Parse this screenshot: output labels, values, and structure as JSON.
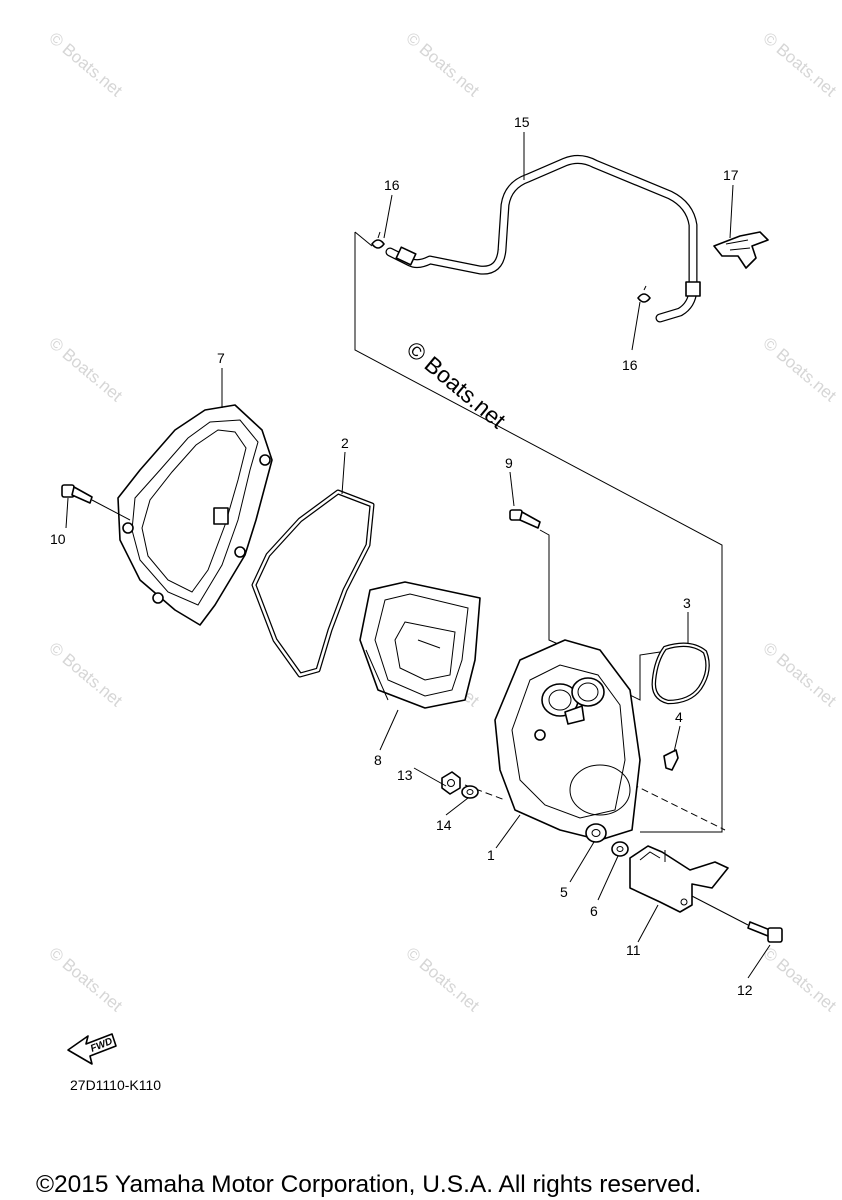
{
  "watermark": {
    "small": "© Boats.net",
    "large": "© Boats.net"
  },
  "callouts": {
    "p1": "1",
    "p2": "2",
    "p3": "3",
    "p4": "4",
    "p5": "5",
    "p6": "6",
    "p7": "7",
    "p8": "8",
    "p9": "9",
    "p10": "10",
    "p11": "11",
    "p12": "12",
    "p13": "13",
    "p14": "14",
    "p15": "15",
    "p16a": "16",
    "p16b": "16",
    "p17": "17"
  },
  "fwd_label": "FWD",
  "diagram_code": "27D1110-K110",
  "copyright": "©2015 Yamaha Motor Corporation, U.S.A. All rights reserved."
}
